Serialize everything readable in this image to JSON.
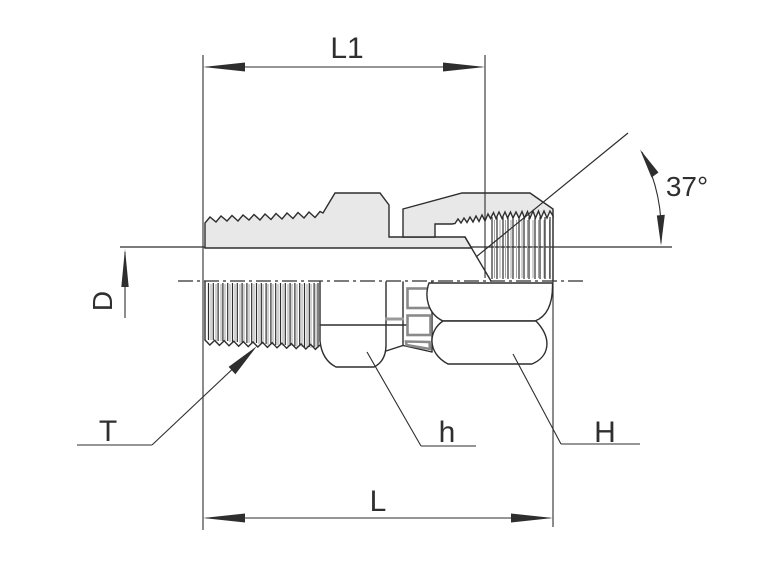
{
  "drawing": {
    "title": "37-degree flare swivel fitting - dimensioned section drawing",
    "labels": {
      "dim_l1": "L1",
      "dim_l": "L",
      "dim_d": "D",
      "thread_t": "T",
      "hex_h": "h",
      "swivel_nut_h": "H",
      "flare_angle": "37°"
    },
    "colors": {
      "line": "#2e2e2e",
      "part_fill": "#e8e8e8",
      "thread_shade": "#a3a3a3",
      "text": "#2f2f2f",
      "background": "#ffffff"
    }
  }
}
